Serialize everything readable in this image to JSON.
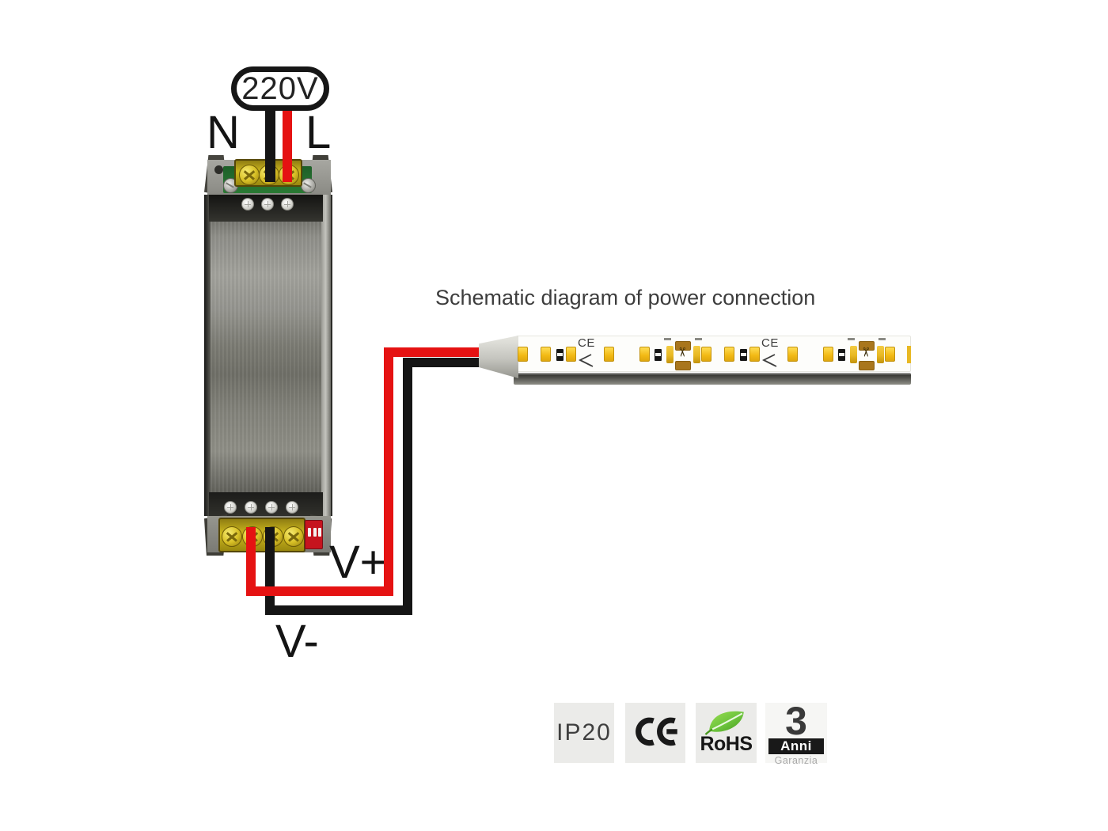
{
  "heading": "Schematic diagram of power connection",
  "power": {
    "voltage": "220V",
    "neutral": "N",
    "line": "L",
    "v_plus": "V+",
    "v_minus": "V-"
  },
  "strip": {
    "ce_label": "CE",
    "led_x": [
      660,
      689,
      721,
      769,
      814,
      892,
      921,
      953,
      1001,
      1046,
      1124
    ],
    "resistor_x": [
      707,
      831,
      939,
      1063
    ],
    "ce_x": [
      740,
      972
    ],
    "cut_x": [
      863,
      1095
    ]
  },
  "badges": {
    "ip_rating": "IP20",
    "ce": "CE",
    "rohs": "RoHS",
    "warranty_number": "3",
    "warranty_word": "Anni",
    "warranty_sub": "Garanzia"
  },
  "colors": {
    "wire_red": "#e51212",
    "wire_black": "#151515",
    "led_yellow": "#f2b914",
    "copper_pad": "#a9761d",
    "gold_pad": "#e8b822",
    "pcb_green": "#2a7a34",
    "terminal_yellow": "#cdb81e",
    "dip_red": "#c6141e",
    "leaf_green": "#62bb2a",
    "badge_bg": "#ebebe9",
    "text_dark": "#3d3d3d",
    "honeycomb_black": [
      "#0b0b0b",
      "#101010",
      "#191919",
      "#0e0e0c"
    ],
    "honeycomb_green": [
      "#143018",
      "#1d5a28",
      "#2a7a34",
      "#336b3a",
      "#0f2f12"
    ],
    "honeycomb_purple": [
      "#29276a",
      "#3a3870",
      "#4a48a0",
      "#1f1d52"
    ],
    "honeycomb_silver": [
      "#b9bdb9",
      "#cfd3cf",
      "#8a8e8a"
    ],
    "honeycomb_amber": "#d9a91a",
    "honeycomb_white": "#eceade"
  }
}
